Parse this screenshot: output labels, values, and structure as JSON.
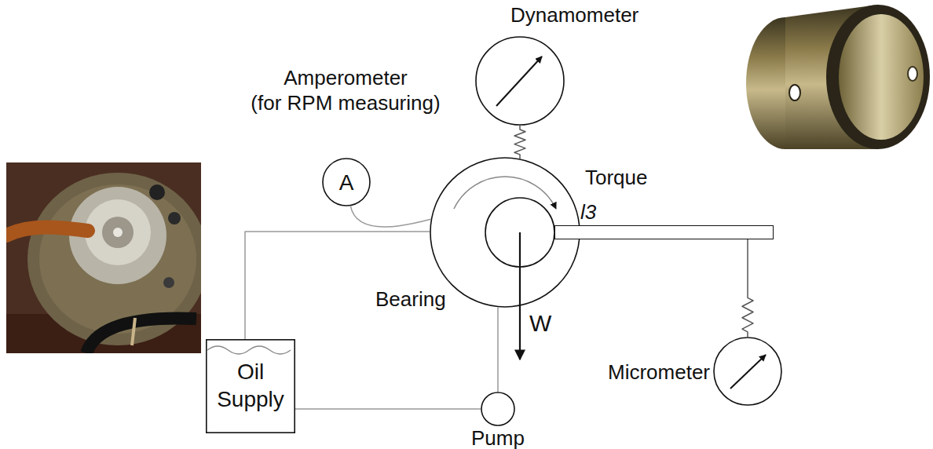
{
  "diagram": {
    "nodes": [
      {
        "text": [
          "Dynamometer"
        ]
      },
      {
        "text": [
          "Amperometer",
          "(for RPM measuring)",
          "A"
        ]
      },
      {
        "text": [
          "Bearing"
        ]
      },
      {
        "text": [
          "l3"
        ]
      },
      {
        "text": [
          "Micrometer"
        ]
      },
      {
        "text": [
          "Oil Supply"
        ]
      },
      {
        "text": [
          "Pump"
        ]
      }
    ],
    "edges": [
      {
        "from": 0,
        "to": 2,
        "arrow": "none"
      },
      {
        "from": 1,
        "to": 2,
        "arrow": "none"
      },
      {
        "from": 3,
        "to": 4,
        "arrow": "none"
      },
      {
        "from": 5,
        "to": 2,
        "arrow": "none"
      },
      {
        "from": 5,
        "to": 6,
        "arrow": "none"
      },
      {
        "from": 6,
        "to": 2,
        "arrow": "none"
      }
    ],
    "labels": [
      "Torque",
      "W"
    ]
  }
}
